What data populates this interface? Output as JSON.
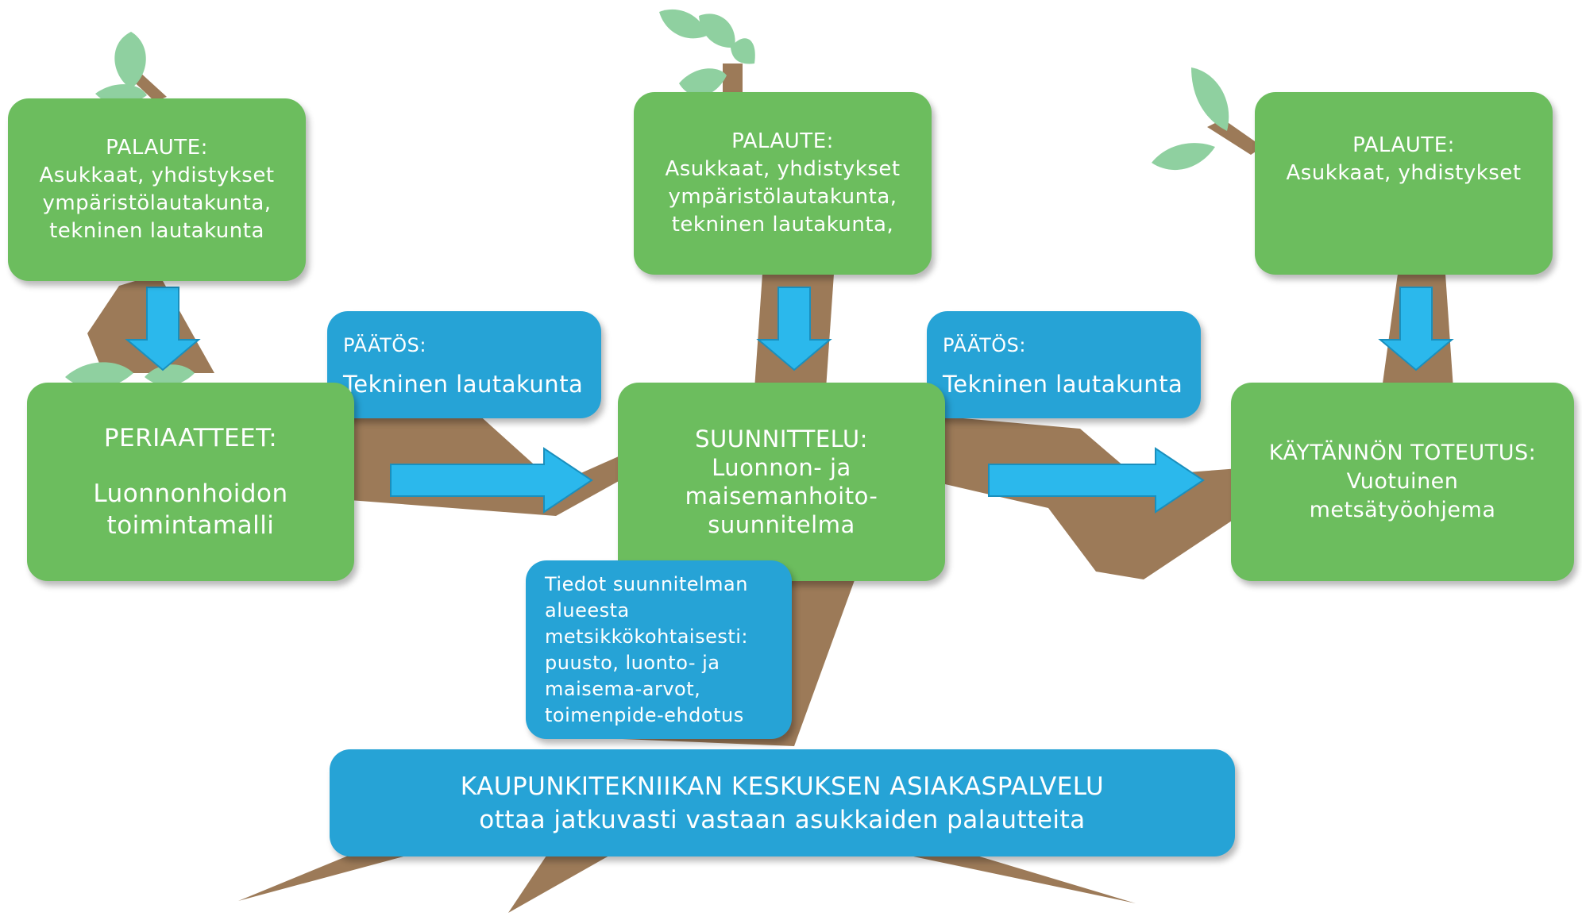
{
  "colors": {
    "green": "#6cbd5e",
    "blue": "#26a3d6",
    "arrow": "#2bb8ec",
    "branch": "#9c7a58",
    "leaf": "#8fd0a0"
  },
  "feedback": [
    {
      "title": "PALAUTE:",
      "lines": [
        "Asukkaat, yhdistykset",
        "ympäristölautakunta,",
        "tekninen lautakunta"
      ]
    },
    {
      "title": "PALAUTE:",
      "lines": [
        "Asukkaat, yhdistykset",
        "ympäristölautakunta,",
        "tekninen lautakunta,"
      ]
    },
    {
      "title": "PALAUTE:",
      "lines": [
        "Asukkaat, yhdistykset"
      ]
    }
  ],
  "decisions": [
    {
      "title": "PÄÄTÖS:",
      "body": "Tekninen lautakunta"
    },
    {
      "title": "PÄÄTÖS:",
      "body": "Tekninen lautakunta"
    }
  ],
  "stages": [
    {
      "title": "PERIAATTEET:",
      "lines": [
        "Luonnonhoidon",
        "toimintamalli"
      ]
    },
    {
      "title": "SUUNNITTELU:",
      "lines": [
        "Luonnon- ja",
        "maisemanhoito-",
        "suunnitelma"
      ]
    },
    {
      "title": "KÄYTÄNNÖN TOTEUTUS:",
      "lines": [
        "Vuotuinen",
        "metsätyöohjema"
      ]
    }
  ],
  "info": {
    "lines": [
      "Tiedot suunnitelman",
      "alueesta",
      "metsikkökohtaisesti:",
      "puusto, luonto- ja",
      "maisema-arvot,",
      "toimenpide-ehdotus"
    ]
  },
  "customer_service": {
    "line1": "KAUPUNKITEKNIIKAN KESKUKSEN ASIAKASPALVELU",
    "line2": "ottaa jatkuvasti vastaan asukkaiden palautteita"
  }
}
